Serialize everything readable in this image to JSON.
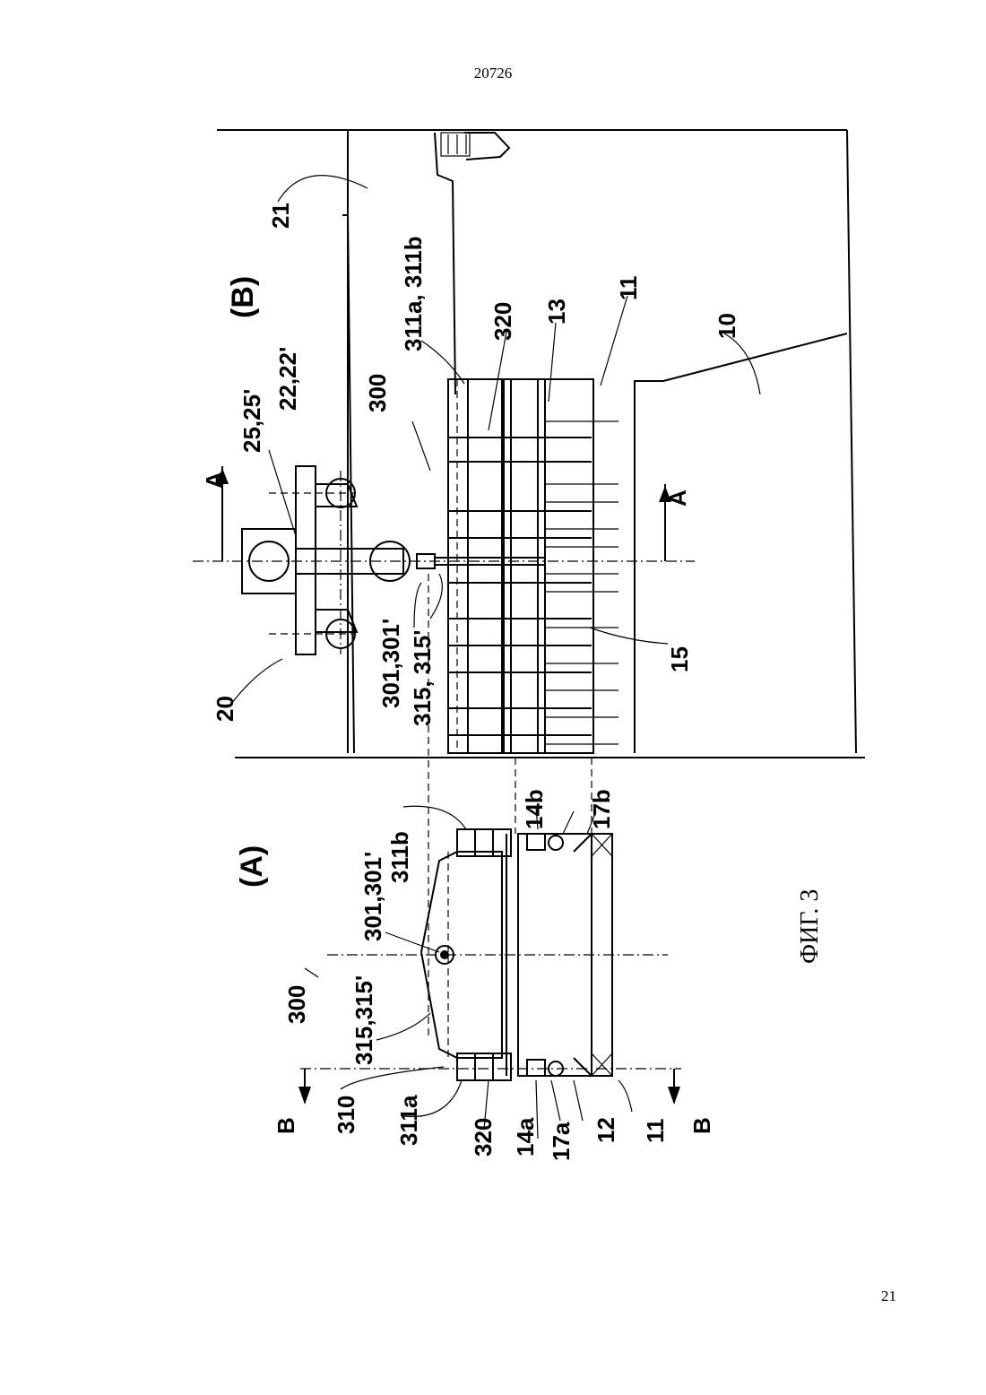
{
  "header": {
    "doc_number": "20726"
  },
  "footer": {
    "page_number": "21"
  },
  "figure": {
    "caption": "ФИГ. 3",
    "view_labels": {
      "a": "(A)",
      "b": "(B)"
    },
    "section_marks": {
      "a": "A",
      "b": "B"
    },
    "view_b_labels": {
      "l20": "20",
      "l21": "21",
      "l25": "25,25'",
      "l22": "22,22'",
      "l300": "300",
      "l311": "311a, 311b",
      "l320": "320",
      "l13": "13",
      "l11": "11",
      "l10": "10",
      "l301": "301,301'",
      "l315": "315, 315'",
      "l15": "15"
    },
    "view_a_labels": {
      "l311b": "311b",
      "l301": "301,301'",
      "l315": "315,315'",
      "l300": "300",
      "l310": "310",
      "l311a": "311a",
      "l320": "320",
      "l14a": "14a",
      "l17a": "17a",
      "l12": "12",
      "l11": "11",
      "l14b": "14b",
      "l17b": "17b"
    }
  }
}
